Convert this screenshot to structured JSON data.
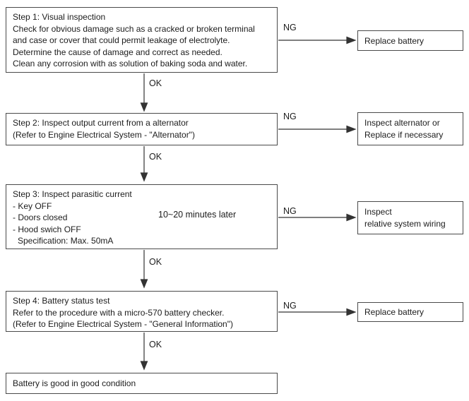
{
  "palette": {
    "background": "#ffffff",
    "box_border": "#4a4a4a",
    "text": "#1c1c1c",
    "connector_line": "#333333"
  },
  "labels": {
    "ok": "OK",
    "ng": "NG"
  },
  "steps": {
    "step1": {
      "lines": [
        "Step 1: Visual inspection",
        "Check for obvious damage such as a cracked or broken terminal",
        "and case or cover that could permit leakage of electrolyte.",
        "Determine the cause of damage and correct as needed.",
        "Clean any corrosion with as solution of baking soda and water."
      ]
    },
    "step2": {
      "lines": [
        "Step 2: Inspect output current from a alternator",
        "(Refer to Engine Electrical System - \"Alternator\")"
      ]
    },
    "step3": {
      "lines": [
        "Step 3: Inspect parasitic current",
        "- Key OFF",
        "- Doors closed",
        "- Hood swich OFF",
        "Specification: Max. 50mA"
      ],
      "bracket_note": "10~20 minutes later"
    },
    "step4": {
      "lines": [
        "Step 4: Battery status test",
        "Refer to the procedure with a micro-570 battery checker.",
        "(Refer to Engine Electrical System - \"General Information\")"
      ]
    },
    "result": {
      "lines": [
        "Battery is good in good condition"
      ]
    }
  },
  "outcomes": {
    "ng1": {
      "lines": [
        "Replace battery"
      ]
    },
    "ng2": {
      "lines": [
        "Inspect alternator or",
        "Replace if necessary"
      ]
    },
    "ng3": {
      "lines": [
        "Inspect",
        "relative system wiring"
      ]
    },
    "ng4": {
      "lines": [
        "Replace battery"
      ]
    }
  }
}
